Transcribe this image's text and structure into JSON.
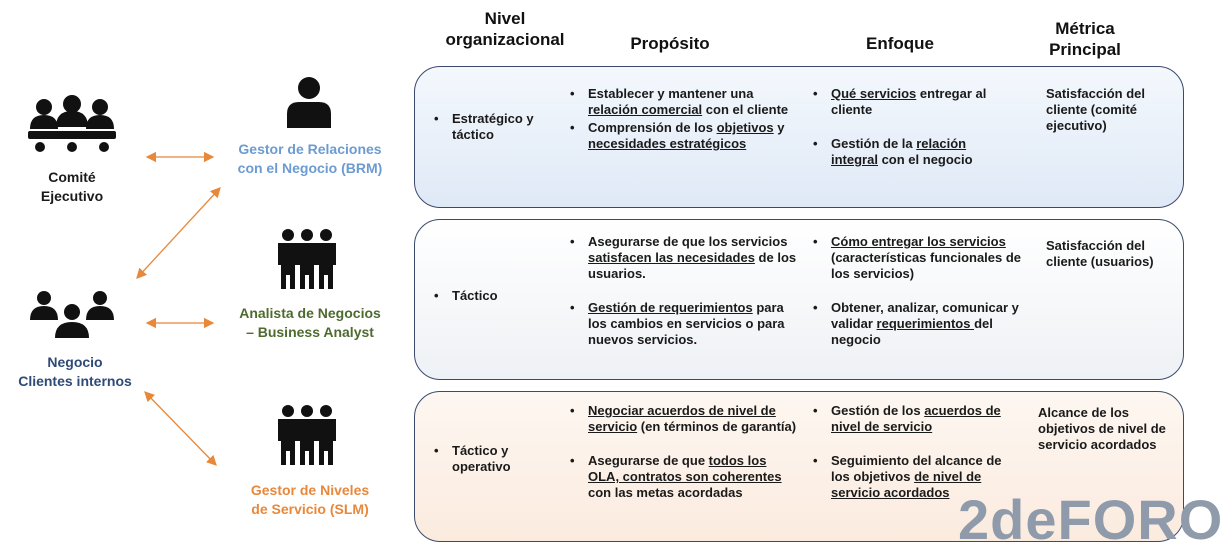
{
  "headers": {
    "nivel_line1": "Nivel",
    "nivel_line2": "organizacional",
    "proposito": "Propósito",
    "enfoque": "Enfoque",
    "metrica_line1": "Métrica",
    "metrica_line2": "Principal"
  },
  "groups": {
    "comite_line1": "Comité",
    "comite_line2": "Ejecutivo",
    "negocio_line1": "Negocio",
    "negocio_line2": "Clientes internos"
  },
  "roles": {
    "brm_line1": "Gestor de Relaciones",
    "brm_line2": "con el Negocio (BRM)",
    "ba_line1": "Analista de Negocios",
    "ba_line2": "– Business Analyst",
    "slm_line1": "Gestor de Niveles",
    "slm_line2": "de Servicio (SLM)"
  },
  "rows": {
    "brm": {
      "nivel": "Estratégico y táctico",
      "proposito": {
        "b1_a": "Establecer y mantener una ",
        "b1_u": "relación comercial",
        "b1_b": " con el cliente",
        "b2_a": "Comprensión de los ",
        "b2_u1": "objetivos",
        "b2_b": " y ",
        "b2_u2": "necesidades estratégicos"
      },
      "enfoque": {
        "b1_u": "Qué servicios",
        "b1_b": " entregar al cliente",
        "b2_a": "Gestión de la ",
        "b2_u": "relación integral",
        "b2_b": " con el negocio"
      },
      "metrica": "Satisfacción del cliente (comité ejecutivo)"
    },
    "ba": {
      "nivel": "Táctico",
      "proposito": {
        "b1_a": "Asegurarse de que los servicios ",
        "b1_u": "satisfacen las necesidades",
        "b1_b": " de los usuarios.",
        "b2_u": "Gestión de requerimientos",
        "b2_b": " para los cambios en servicios o para nuevos servicios."
      },
      "enfoque": {
        "b1_u": "Cómo entregar los servicios",
        "b1_b": " (características funcionales de los servicios)",
        "b2_a": "Obtener, analizar, comunicar y validar ",
        "b2_u": "requerimientos ",
        "b2_b": "del negocio"
      },
      "metrica": "Satisfacción del cliente (usuarios)"
    },
    "slm": {
      "nivel": "Táctico y operativo",
      "proposito": {
        "b1_u": "Negociar acuerdos de nivel de servicio",
        "b1_b": " (en términos de garantía)",
        "b2_a": "Asegurarse de que ",
        "b2_u": "todos los OLA, contratos son coherentes",
        "b2_b": " con las metas acordadas"
      },
      "enfoque": {
        "b1_a": "Gestión de los ",
        "b1_u": "acuerdos de nivel de servicio",
        "b2_a": "Seguimiento del alcance de los objetivos ",
        "b2_u": "de nivel de servicio acordados"
      },
      "metrica": "Alcance de los objetivos de nivel de servicio acordados"
    }
  },
  "watermark": "2deFORO",
  "colors": {
    "brm_text": "#6b9bd1",
    "ba_text": "#4e6b2e",
    "slm_text": "#e8883a",
    "negocio_text": "#2f4a78",
    "arrow": "#e8883a",
    "panel_border": "#3b4a6b"
  },
  "icons": {
    "comite": "executive-committee-icon",
    "negocio": "business-group-icon",
    "brm": "person-icon",
    "ba": "three-persons-icon",
    "slm": "three-persons-icon"
  }
}
